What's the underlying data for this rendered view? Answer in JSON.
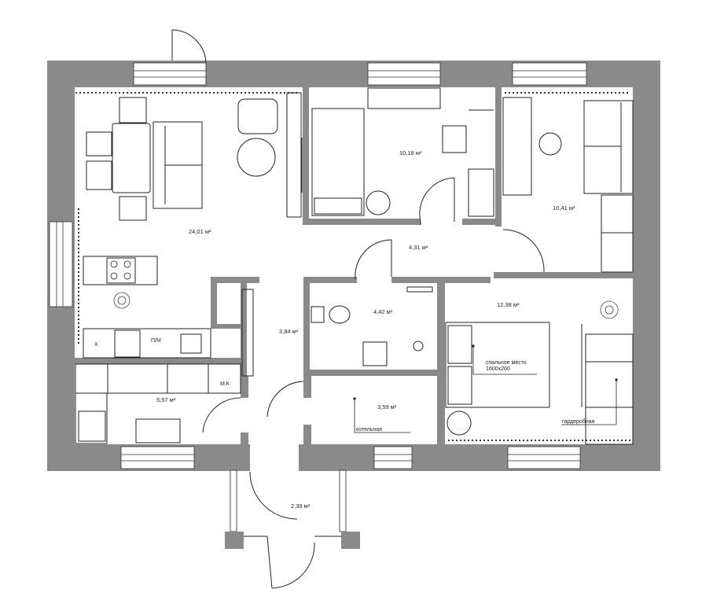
{
  "rooms": [
    {
      "id": "living",
      "area": "24,01 м²"
    },
    {
      "id": "bedroom-1",
      "area": "10,18 м²"
    },
    {
      "id": "office",
      "area": "10,41 м²"
    },
    {
      "id": "hall",
      "area": "4,31 м²"
    },
    {
      "id": "corridor",
      "area": "3,84 м²"
    },
    {
      "id": "bathroom",
      "area": "4,42 м²"
    },
    {
      "id": "master-bedroom",
      "area": "12,38 м²"
    },
    {
      "id": "kitchen",
      "area": "5,57 м²"
    },
    {
      "id": "boiler-room",
      "area": "3,59 м²"
    },
    {
      "id": "porch",
      "area": "2,39 м²"
    }
  ],
  "labels": {
    "bed_line1": "спальное место",
    "bed_line2": "1600х200",
    "wardrobe": "гардеробная",
    "boiler": "котельная",
    "fridge": "Х",
    "dishwasher": "П/М",
    "washer": "М.К"
  },
  "colors": {
    "wall": "#8a8a8a",
    "line": "#222222",
    "fill": "#ffffff"
  }
}
